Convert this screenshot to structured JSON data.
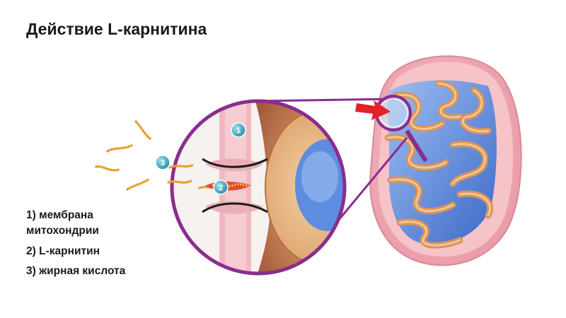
{
  "title": "Действие L-карнитина",
  "legend": {
    "items": [
      {
        "number": "1)",
        "text": "мембрана",
        "text2": "митохондрии"
      },
      {
        "number": "2)",
        "text": "L-карнитин"
      },
      {
        "number": "3)",
        "text": "жирная кислота"
      }
    ]
  },
  "markers": [
    "1",
    "2",
    "3"
  ],
  "colors": {
    "lens_border": "#8a2d8e",
    "membrane_pink": "#f2b8c2",
    "mito_outer": "#f4b9c0",
    "cristae": "#d9945a",
    "matrix_blue": "#5a86d8",
    "fatty_acid": "#e6a23a",
    "marker_teal": "#2aa7b9",
    "arrow_red": "#e32228"
  }
}
